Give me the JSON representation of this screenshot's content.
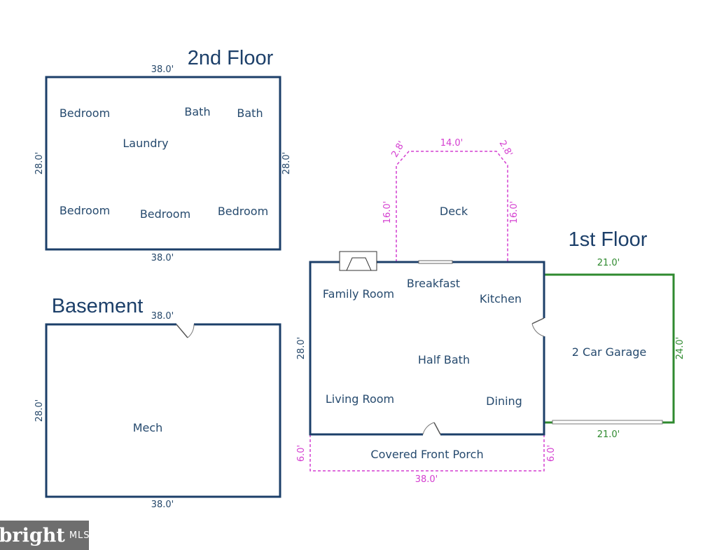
{
  "floors": {
    "second": {
      "title": "2nd Floor",
      "dims": {
        "top": "38.0'",
        "bottom": "38.0'",
        "left": "28.0'",
        "right": "28.0'"
      },
      "rooms": [
        "Bedroom",
        "Bath",
        "Bath",
        "Laundry",
        "Bedroom",
        "Bedroom",
        "Bedroom"
      ]
    },
    "basement": {
      "title": "Basement",
      "dims": {
        "top": "38.0'",
        "bottom": "38.0'",
        "left": "28.0'"
      },
      "rooms": [
        "Mech"
      ]
    },
    "first": {
      "title": "1st Floor",
      "dims": {
        "left": "28.0'"
      },
      "rooms": [
        "Family Room",
        "Breakfast",
        "Kitchen",
        "Half Bath",
        "Living Room",
        "Dining"
      ]
    }
  },
  "deck": {
    "label": "Deck",
    "dims": {
      "top": "14.0'",
      "corner_left": "2.8'",
      "corner_right": "2.8'",
      "left": "16.0'",
      "right": "16.0'"
    }
  },
  "garage": {
    "label": "2 Car Garage",
    "dims": {
      "top": "21.0'",
      "bottom": "21.0'",
      "right": "24.0'"
    }
  },
  "porch": {
    "label": "Covered Front Porch",
    "dims": {
      "left": "6.0'",
      "right": "6.0'",
      "bottom": "38.0'"
    }
  },
  "watermark": {
    "brand": "bright",
    "suffix": "MLS"
  },
  "colors": {
    "wall": "#1c3f69",
    "room_text": "#264a6e",
    "deck_porch": "#d43fd0",
    "garage": "#2f8a2f"
  }
}
